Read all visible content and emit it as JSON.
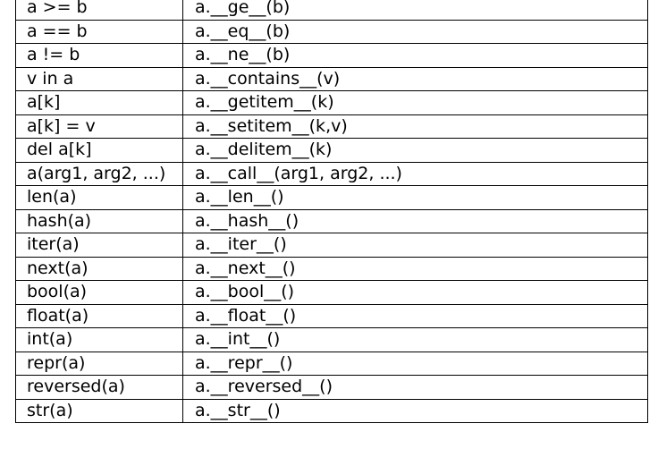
{
  "table": {
    "rows": [
      {
        "expression": "a >= b",
        "method": "a.__ge__(b)"
      },
      {
        "expression": "a == b",
        "method": "a.__eq__(b)"
      },
      {
        "expression": "a != b",
        "method": "a.__ne__(b)"
      },
      {
        "expression": "v in a",
        "method": "a.__contains__(v)"
      },
      {
        "expression": "a[k]",
        "method": "a.__getitem__(k)"
      },
      {
        "expression": "a[k] = v",
        "method": "a.__setitem__(k,v)"
      },
      {
        "expression": "del a[k]",
        "method": "a.__delitem__(k)"
      },
      {
        "expression": "a(arg1, arg2, ...)",
        "method": "a.__call__(arg1, arg2, ...)"
      },
      {
        "expression": "len(a)",
        "method": "a.__len__()"
      },
      {
        "expression": "hash(a)",
        "method": "a.__hash__()"
      },
      {
        "expression": "iter(a)",
        "method": "a.__iter__()"
      },
      {
        "expression": "next(a)",
        "method": "a.__next__()"
      },
      {
        "expression": "bool(a)",
        "method": "a.__bool__()"
      },
      {
        "expression": "float(a)",
        "method": "a.__float__()"
      },
      {
        "expression": "int(a)",
        "method": "a.__int__()"
      },
      {
        "expression": "repr(a)",
        "method": "a.__repr__()"
      },
      {
        "expression": "reversed(a)",
        "method": "a.__reversed__()"
      },
      {
        "expression": "str(a)",
        "method": "a.__str__()"
      }
    ]
  }
}
